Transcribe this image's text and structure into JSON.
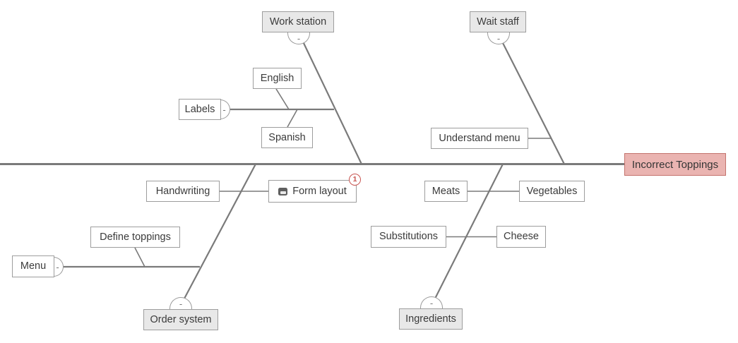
{
  "colors": {
    "line": "#7a7a7a",
    "box_border": "#9d9d9d",
    "category_fill": "#e8e8e8",
    "cause_fill": "#ffffff",
    "effect_fill": "#eab4b1",
    "effect_border": "#c4736d",
    "badge_red": "#c75450",
    "text": "#3b3b3b"
  },
  "toggle_glyph": "-",
  "effect": {
    "label": "Incorrect Toppings"
  },
  "branches": {
    "work_station": {
      "label": "Work station",
      "children": {
        "labels": {
          "label": "Labels",
          "children": {
            "english": {
              "label": "English"
            },
            "spanish": {
              "label": "Spanish"
            }
          }
        }
      }
    },
    "wait_staff": {
      "label": "Wait staff",
      "children": {
        "understand_menu": {
          "label": "Understand menu"
        }
      }
    },
    "order_system": {
      "label": "Order system",
      "children": {
        "handwriting": {
          "label": "Handwriting"
        },
        "form_layout": {
          "label": "Form layout",
          "icon": "note-icon",
          "badge_count": "1"
        },
        "menu": {
          "label": "Menu",
          "children": {
            "define_toppings": {
              "label": "Define toppings"
            }
          }
        }
      }
    },
    "ingredients": {
      "label": "Ingredients",
      "children": {
        "meats": {
          "label": "Meats"
        },
        "vegetables": {
          "label": "Vegetables"
        },
        "substitutions": {
          "label": "Substitutions"
        },
        "cheese": {
          "label": "Cheese"
        }
      }
    }
  }
}
